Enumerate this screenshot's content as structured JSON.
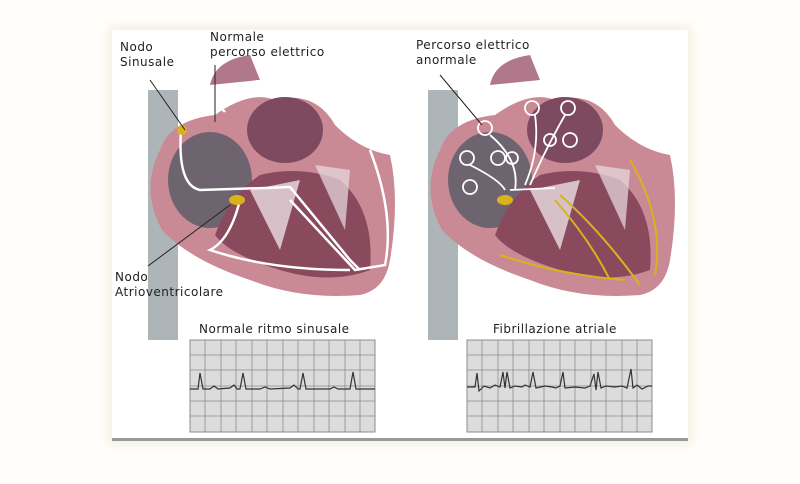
{
  "left_panel": {
    "label_sinus_node": [
      "Nodo",
      "Sinusale"
    ],
    "label_normal_path": [
      "Normale",
      "percorso elettrico"
    ],
    "label_av_node": [
      "Nodo",
      "Atrioventricolare"
    ],
    "ecg_title": "Normale ritmo sinusale"
  },
  "right_panel": {
    "label_abnormal_path": [
      "Percorso elettrico",
      "anormale"
    ],
    "ecg_title": "Fibrillazione atriale"
  },
  "colors": {
    "heart_wall": "#c98a95",
    "heart_inner": "#8a4a5e",
    "atrium": "#6e6470",
    "vessel": "#9aa3a6",
    "node": "#d9b21c",
    "path": "#ffffff",
    "ecg_bg": "#dcdcdc",
    "ecg_grid": "#8c8c8c"
  }
}
